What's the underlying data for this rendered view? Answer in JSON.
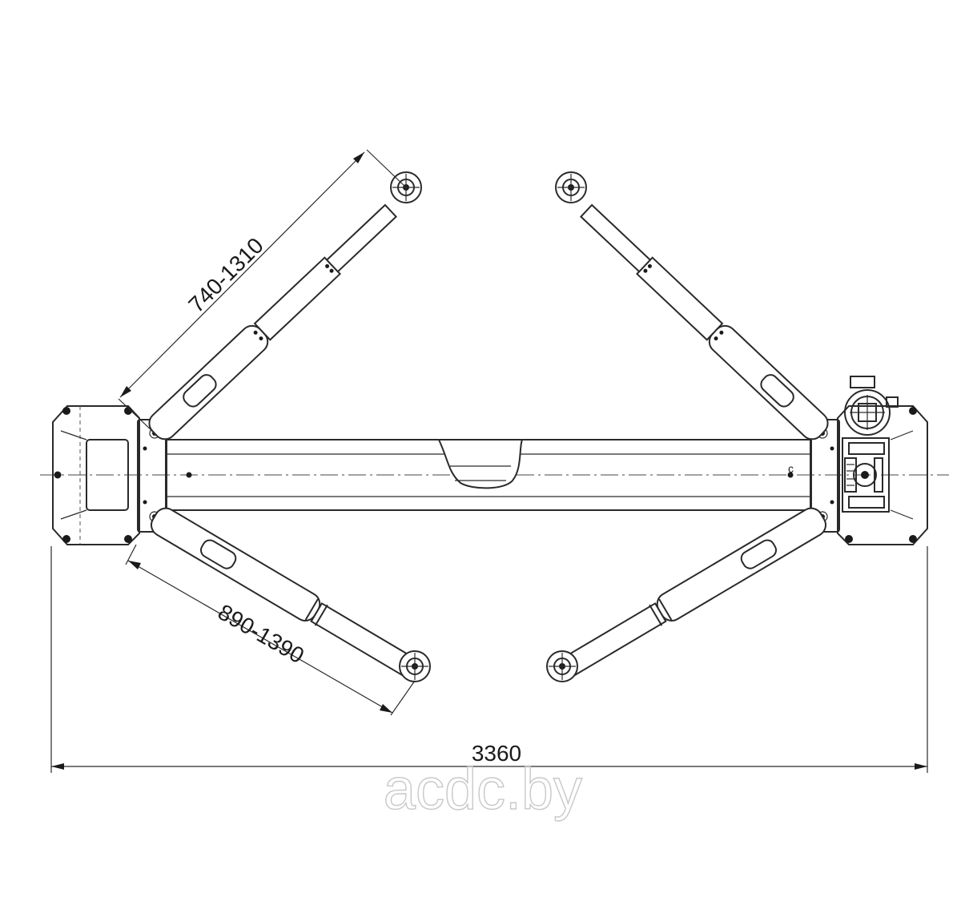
{
  "dimensions": {
    "rear_arm_range": "740-1310",
    "front_arm_range": "890-1390",
    "overall_width": "3360"
  },
  "labels": {
    "center_mark": "c"
  },
  "watermark": "acdc.by"
}
